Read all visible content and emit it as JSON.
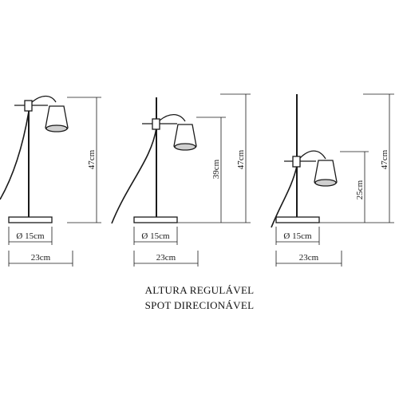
{
  "lamps": [
    {
      "height_label": "47cm",
      "diameter_label": "Ø 15cm",
      "width_label": "23cm"
    },
    {
      "height_label": "47cm",
      "secondary_label": "39cm",
      "diameter_label": "Ø 15cm",
      "width_label": "23cm"
    },
    {
      "height_label": "47cm",
      "secondary_label": "25cm",
      "diameter_label": "Ø 15cm",
      "width_label": "23cm"
    }
  ],
  "caption": {
    "line1": "ALTURA REGULÁVEL",
    "line2": "SPOT DIRECIONÁVEL"
  },
  "colors": {
    "line": "#1a1a1a",
    "shade": "#cfcfcf"
  }
}
